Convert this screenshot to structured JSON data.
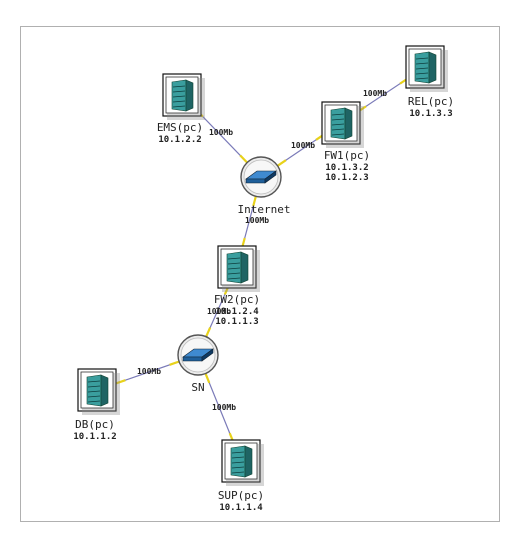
{
  "nodes": [
    {
      "id": "ems",
      "kind": "pc",
      "name": "EMS(pc)",
      "ips": [
        "10.1.2.2"
      ]
    },
    {
      "id": "rel",
      "kind": "pc",
      "name": "REL(pc)",
      "ips": [
        "10.1.3.3"
      ]
    },
    {
      "id": "fw1",
      "kind": "pc",
      "name": "FW1(pc)",
      "ips": [
        "10.1.3.2",
        "10.1.2.3"
      ]
    },
    {
      "id": "internet",
      "kind": "switch",
      "name": "Internet",
      "ips": []
    },
    {
      "id": "fw2",
      "kind": "pc",
      "name": "FW2(pc)",
      "ips": [
        "10.1.2.4",
        "10.1.1.3"
      ]
    },
    {
      "id": "sn",
      "kind": "switch",
      "name": "SN",
      "ips": []
    },
    {
      "id": "db",
      "kind": "pc",
      "name": "DB(pc)",
      "ips": [
        "10.1.1.2"
      ]
    },
    {
      "id": "sup",
      "kind": "pc",
      "name": "SUP(pc)",
      "ips": [
        "10.1.1.4"
      ]
    }
  ],
  "links": [
    {
      "from": "ems",
      "to": "internet",
      "bandwidth": "100Mb"
    },
    {
      "from": "fw1",
      "to": "internet",
      "bandwidth": "100Mb"
    },
    {
      "from": "rel",
      "to": "fw1",
      "bandwidth": "100Mb"
    },
    {
      "from": "internet",
      "to": "fw2",
      "bandwidth": "100Mb"
    },
    {
      "from": "fw2",
      "to": "sn",
      "bandwidth": "100Mb"
    },
    {
      "from": "db",
      "to": "sn",
      "bandwidth": "100Mb"
    },
    {
      "from": "sn",
      "to": "sup",
      "bandwidth": "100Mb"
    }
  ],
  "colors": {
    "link_line": "#7a7ab8",
    "link_end": "#e8d21a",
    "server_body": "#3a9e9e",
    "server_dark": "#1f6464",
    "switch_body": "#1f5f9a"
  }
}
